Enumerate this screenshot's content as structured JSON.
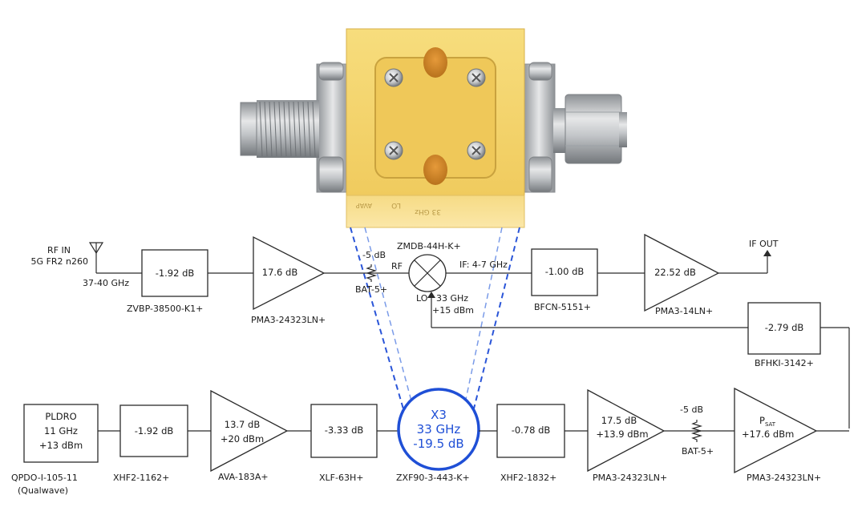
{
  "colors": {
    "gold": "#f2d16b",
    "gold_light": "#fbe9a6",
    "gold_dark": "#d9b24a",
    "steel": "#b9bcbf",
    "steel_dark": "#7e8286",
    "line": "#2b2b2b",
    "tripler_blue": "#1f4fd6",
    "dashed_blue": "#2a55d8",
    "dashed_blue_light": "#7a9be8"
  },
  "device_photo": {
    "engraving_1": "LO",
    "engraving_2": "33 GHz",
    "engraving_3": "AVAP"
  },
  "top_chain": {
    "rf_in_line1": "RF IN",
    "rf_in_line2": "5G FR2 n260",
    "rf_in_freq": "37-40 GHz",
    "filter1_value": "-1.92 dB",
    "filter1_part": "ZVBP-38500-K1+",
    "lna1_value": "17.6 dB",
    "lna1_part": "PMA3-24323LN+",
    "atten_value": "-5 dB",
    "atten_part": "BAT-5+",
    "mixer_part": "ZMDB-44H-K+",
    "mixer_rf": "RF",
    "mixer_if": "IF: 4-7 GHz",
    "mixer_lo": "LO",
    "lo_freq": "33 GHz",
    "lo_power": "+15 dBm",
    "filter2_value": "-1.00 dB",
    "filter2_part": "BFCN-5151+",
    "if_amp_value": "22.52 dB",
    "if_amp_part": "PMA3-14LN+",
    "if_out": "IF OUT",
    "lo_filter_value": "-2.79 dB",
    "lo_filter_part": "BFHKI-3142+"
  },
  "bottom_chain": {
    "source_line1": "PLDRO",
    "source_line2": "11 GHz",
    "source_line3": "+13 dBm",
    "source_part1": "QPDO-I-105-11",
    "source_part2": "(Qualwave)",
    "filter3_value": "-1.92 dB",
    "filter3_part": "XHF2-1162+",
    "amp3_value1": "13.7 dB",
    "amp3_value2": "+20 dBm",
    "amp3_part": "AVA-183A+",
    "filter4_value": "-3.33 dB",
    "filter4_part": "XLF-63H+",
    "tripler_line1": "X3",
    "tripler_line2": "33 GHz",
    "tripler_line3": "-19.5 dB",
    "tripler_part": "ZXF90-3-443-K+",
    "filter5_value": "-0.78 dB",
    "filter5_part": "XHF2-1832+",
    "amp4_value1": "17.5 dB",
    "amp4_value2": "+13.9 dBm",
    "amp4_part": "PMA3-24323LN+",
    "atten2_value": "-5 dB",
    "atten2_part": "BAT-5+",
    "amp5_value1_main": "P",
    "amp5_value1_sub": "SAT",
    "amp5_value2": "+17.6 dBm",
    "amp5_part": "PMA3-24323LN+"
  }
}
